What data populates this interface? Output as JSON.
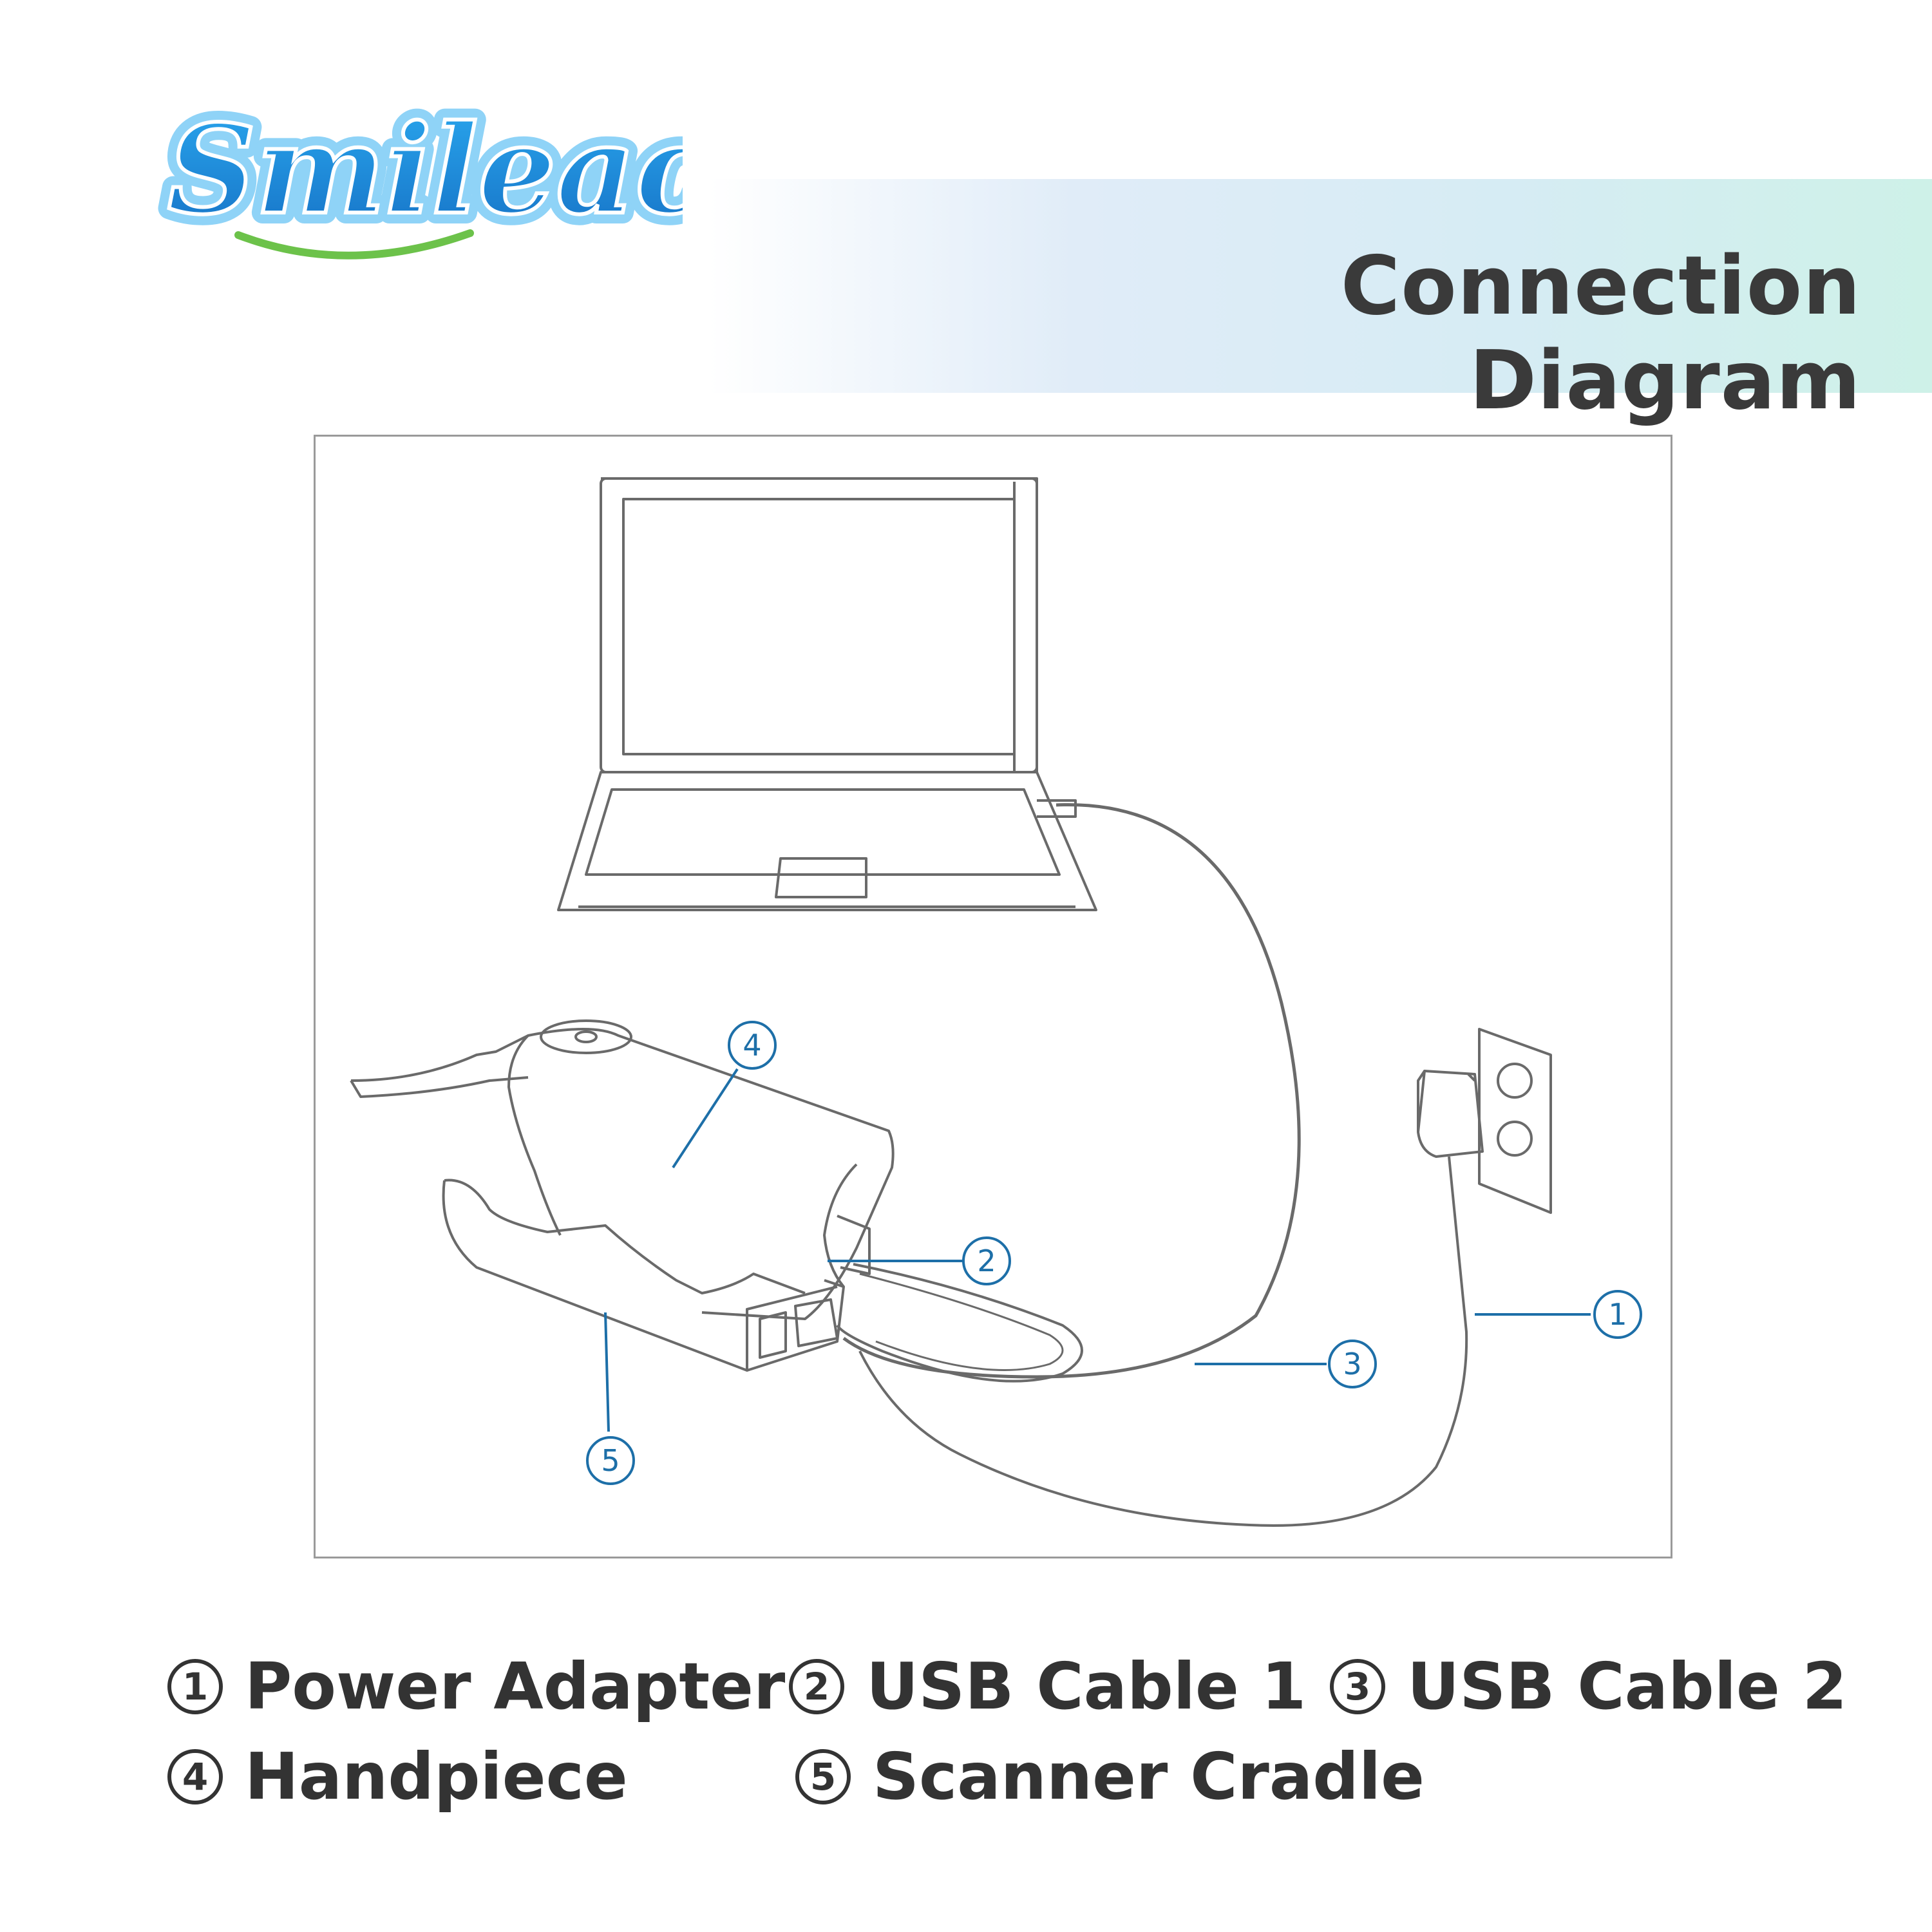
{
  "brand": {
    "logo_text": "Smileace",
    "colors": {
      "blue": "#1e8fd8",
      "light_blue": "#7cc8f2",
      "green": "#6cc24a"
    }
  },
  "title": "Connection Diagram",
  "callouts": [
    {
      "num": "1",
      "component": "Power Adapter"
    },
    {
      "num": "2",
      "component": "USB Cable 1"
    },
    {
      "num": "3",
      "component": "USB Cable 2"
    },
    {
      "num": "4",
      "component": "Handpiece"
    },
    {
      "num": "5",
      "component": "Scanner Cradle"
    }
  ],
  "legend": [
    {
      "num": "1",
      "label": "Power Adapter"
    },
    {
      "num": "2",
      "label": "USB Cable 1"
    },
    {
      "num": "3",
      "label": "USB Cable 2"
    },
    {
      "num": "4",
      "label": "Handpiece"
    },
    {
      "num": "5",
      "label": "Scanner Cradle"
    }
  ],
  "colors": {
    "callout": "#1d6fa8",
    "line_art": "#6a6a6a",
    "frame": "#9a9a9a",
    "title": "#3a3a3a"
  }
}
